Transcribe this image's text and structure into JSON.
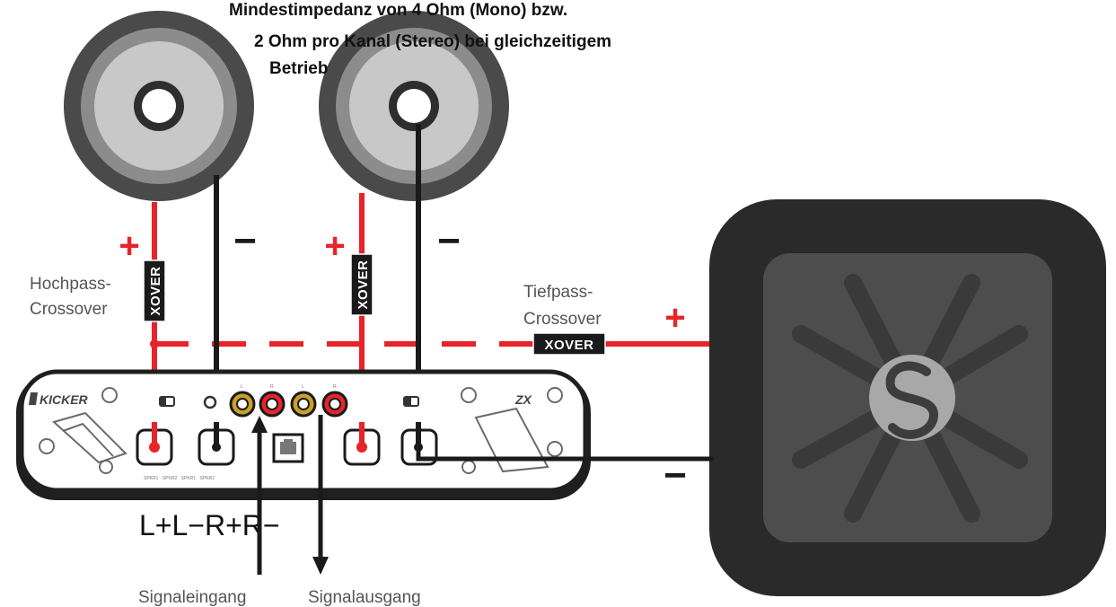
{
  "heading": {
    "line1": "Mindestimpedanz von 4 Ohm (Mono) bzw.",
    "line2": "2 Ohm pro Kanal (Stereo) bei gleichzeitigem",
    "line3": "Betrieb"
  },
  "labels": {
    "highpass_line1": "Hochpass-",
    "highpass_line2": "Crossover",
    "lowpass_line1": "Tiefpass-",
    "lowpass_line2": "Crossover",
    "terminals": "L+L−R+R−",
    "signal_in": "Signaleingang",
    "signal_out": "Signalausgang"
  },
  "badges": {
    "xover": "XOVER"
  },
  "signs": {
    "plus": "+",
    "minus": "−"
  },
  "amplifier": {
    "brand": "KICKER",
    "model": "ZX",
    "rca_left": "L",
    "rca_right": "R",
    "terminal_strip": "SPKR1 · SPKR2 · SPKR1 · SPKR2"
  },
  "colors": {
    "wire_positive": "#e8232a",
    "wire_negative": "#1a1a1a",
    "speaker_outer": "#4a4a4a",
    "speaker_ring": "#8c8c8c",
    "speaker_cone": "#c8c8c8",
    "subwoofer_frame": "#2a2a2a",
    "subwoofer_face": "#4d4d4d"
  },
  "icons": {
    "brand_logo": "kicker-logo-icon",
    "subwoofer_logo": "s-logo-icon"
  }
}
